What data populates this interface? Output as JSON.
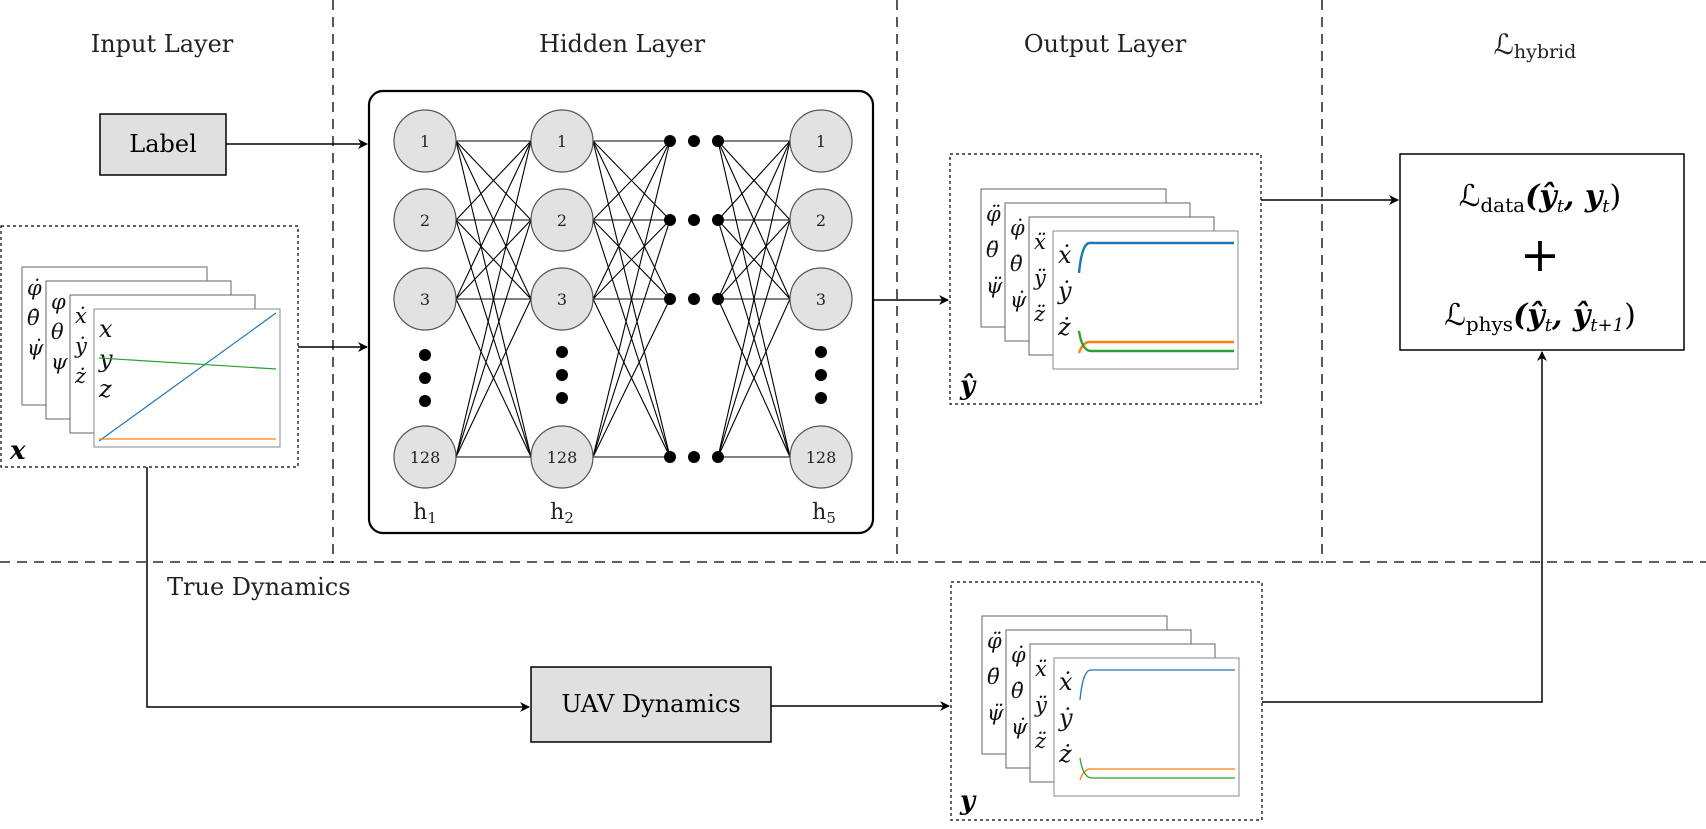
{
  "sections": {
    "input": "Input Layer",
    "hidden": "Hidden Layer",
    "output": "Output Layer",
    "loss": "ℒ",
    "loss_sub": "hybrid",
    "true_dynamics": "True Dynamics"
  },
  "boxes": {
    "label": "Label",
    "uav_dynamics": "UAV Dynamics"
  },
  "network": {
    "neuron_labels": [
      "1",
      "2",
      "3",
      "128"
    ],
    "layer_labels": [
      {
        "base": "h",
        "sub": "1"
      },
      {
        "base": "h",
        "sub": "2"
      },
      {
        "base": "h",
        "sub": "5"
      }
    ]
  },
  "stacks": {
    "input": {
      "tag": "x",
      "cards": [
        [
          "φ̇",
          "θ̇",
          "ψ̇"
        ],
        [
          "φ",
          "θ",
          "ψ"
        ],
        [
          "ẋ",
          "ẏ",
          "ż"
        ],
        [
          "x",
          "y",
          "z"
        ]
      ]
    },
    "predicted": {
      "tag": "ŷ",
      "cards": [
        [
          "φ̈",
          "θ̈",
          "ψ̈"
        ],
        [
          "φ̇",
          "θ̇",
          "ψ̇"
        ],
        [
          "ẍ",
          "ÿ",
          "z̈"
        ],
        [
          "ẋ",
          "ẏ",
          "ż"
        ]
      ]
    },
    "true": {
      "tag": "y",
      "cards": [
        [
          "φ̈",
          "θ̈",
          "ψ̈"
        ],
        [
          "φ̇",
          "θ̇",
          "ψ̇"
        ],
        [
          "ẍ",
          "ÿ",
          "z̈"
        ],
        [
          "ẋ",
          "ẏ",
          "ż"
        ]
      ]
    }
  },
  "loss": {
    "data_term": {
      "L": "ℒ",
      "sub": "data",
      "args": "(ŷ",
      "args_sub": "t",
      "mid": ", y",
      "mid_sub": "t",
      "close": ")"
    },
    "plus": "+",
    "phys_term": {
      "L": "ℒ",
      "sub": "phys",
      "args": "(ŷ",
      "args_sub": "t",
      "mid": ", ŷ",
      "mid_sub": "t+1",
      "close": ")"
    }
  },
  "colors": {
    "box_fill": "#e0e0e0",
    "neuron_fill": "#e2e2e2",
    "blue": "#1f77b4",
    "orange": "#ff7f0e",
    "green": "#2ca02c"
  }
}
